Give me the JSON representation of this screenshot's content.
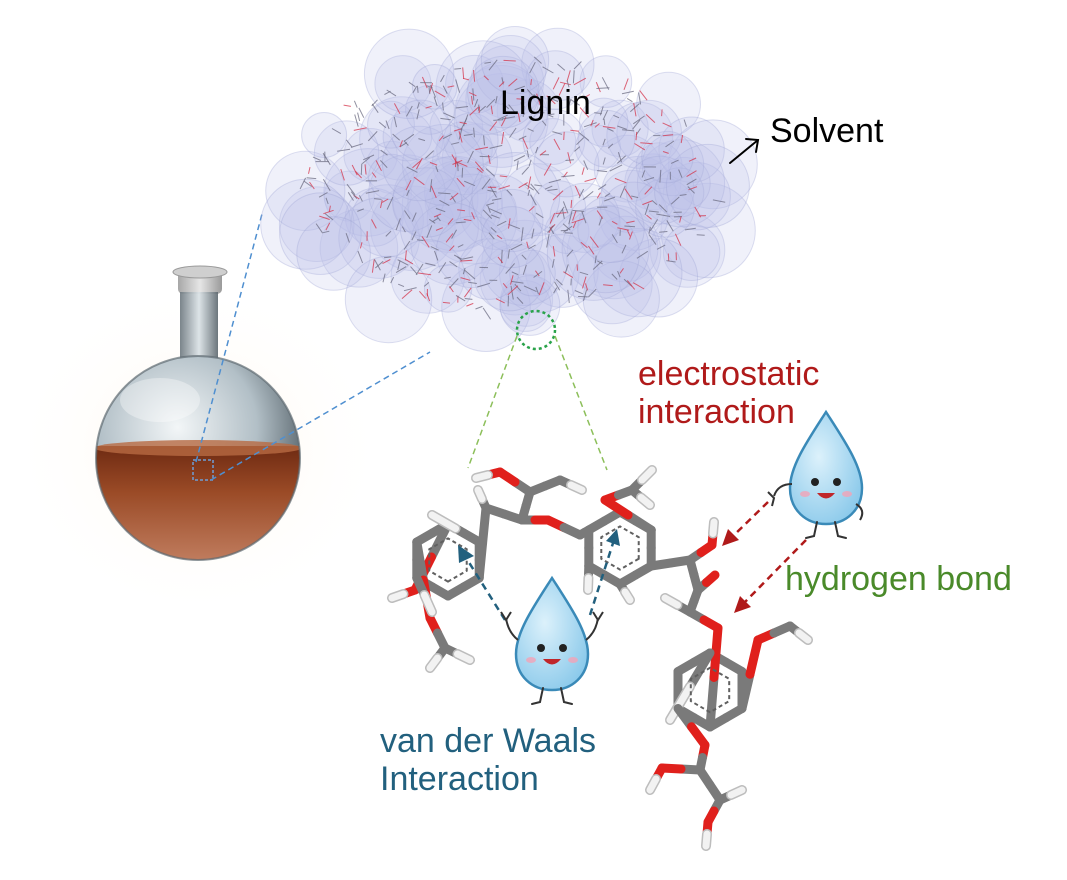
{
  "labels": {
    "lignin": "Lignin",
    "solvent": "Solvent",
    "electrostatic_line1": "electrostatic",
    "electrostatic_line2": "interaction",
    "hydrogen_bond": "hydrogen bond",
    "vdw_line1": "van der Waals",
    "vdw_line2": "Interaction"
  },
  "colors": {
    "text_black": "#000000",
    "electrostatic": "#b01a1a",
    "hydrogen_bond": "#4a8a2a",
    "van_der_waals": "#22607e",
    "lignin_cloud": "#b9bde6",
    "solvent_liquid": "#8a3c1a",
    "droplet": "#a9d8f2",
    "carbon": "#7a7a7a",
    "oxygen": "#e0201c",
    "hydrogen": "#f2f2f2"
  },
  "icons": [
    "round-bottom-flask-icon",
    "water-droplet-icon",
    "arrow-icon"
  ]
}
